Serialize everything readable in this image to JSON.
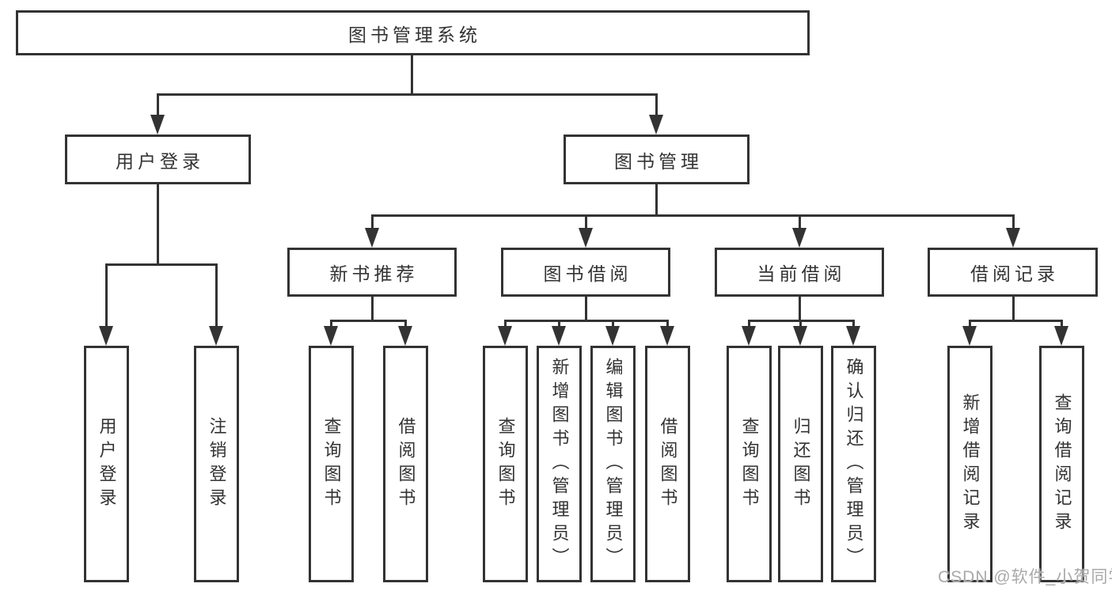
{
  "diagram": {
    "type": "tree",
    "root": {
      "label": "图书管理系统",
      "children": [
        {
          "label": "用户登录",
          "children": [
            {
              "label": "用户登录"
            },
            {
              "label": "注销登录"
            }
          ]
        },
        {
          "label": "图书管理",
          "children": [
            {
              "label": "新书推荐",
              "children": [
                {
                  "label": "查询图书"
                },
                {
                  "label": "借阅图书"
                }
              ]
            },
            {
              "label": "图书借阅",
              "children": [
                {
                  "label": "查询图书"
                },
                {
                  "label": "新增图书（管理员）"
                },
                {
                  "label": "编辑图书（管理员）"
                },
                {
                  "label": "借阅图书"
                }
              ]
            },
            {
              "label": "当前借阅",
              "children": [
                {
                  "label": "查询图书"
                },
                {
                  "label": "归还图书"
                },
                {
                  "label": "确认归还（管理员）"
                }
              ]
            },
            {
              "label": "借阅记录",
              "children": [
                {
                  "label": "新增借阅记录"
                },
                {
                  "label": "查询借阅记录"
                }
              ]
            }
          ]
        }
      ]
    }
  },
  "watermark": {
    "text": "CSDN @软件_小贺同学",
    "color": "#a9a9a9"
  },
  "colors": {
    "line": "#333333",
    "box_border": "#333333",
    "box_background": "#ffffff",
    "text": "#333333",
    "page_background": "#ffffff"
  }
}
